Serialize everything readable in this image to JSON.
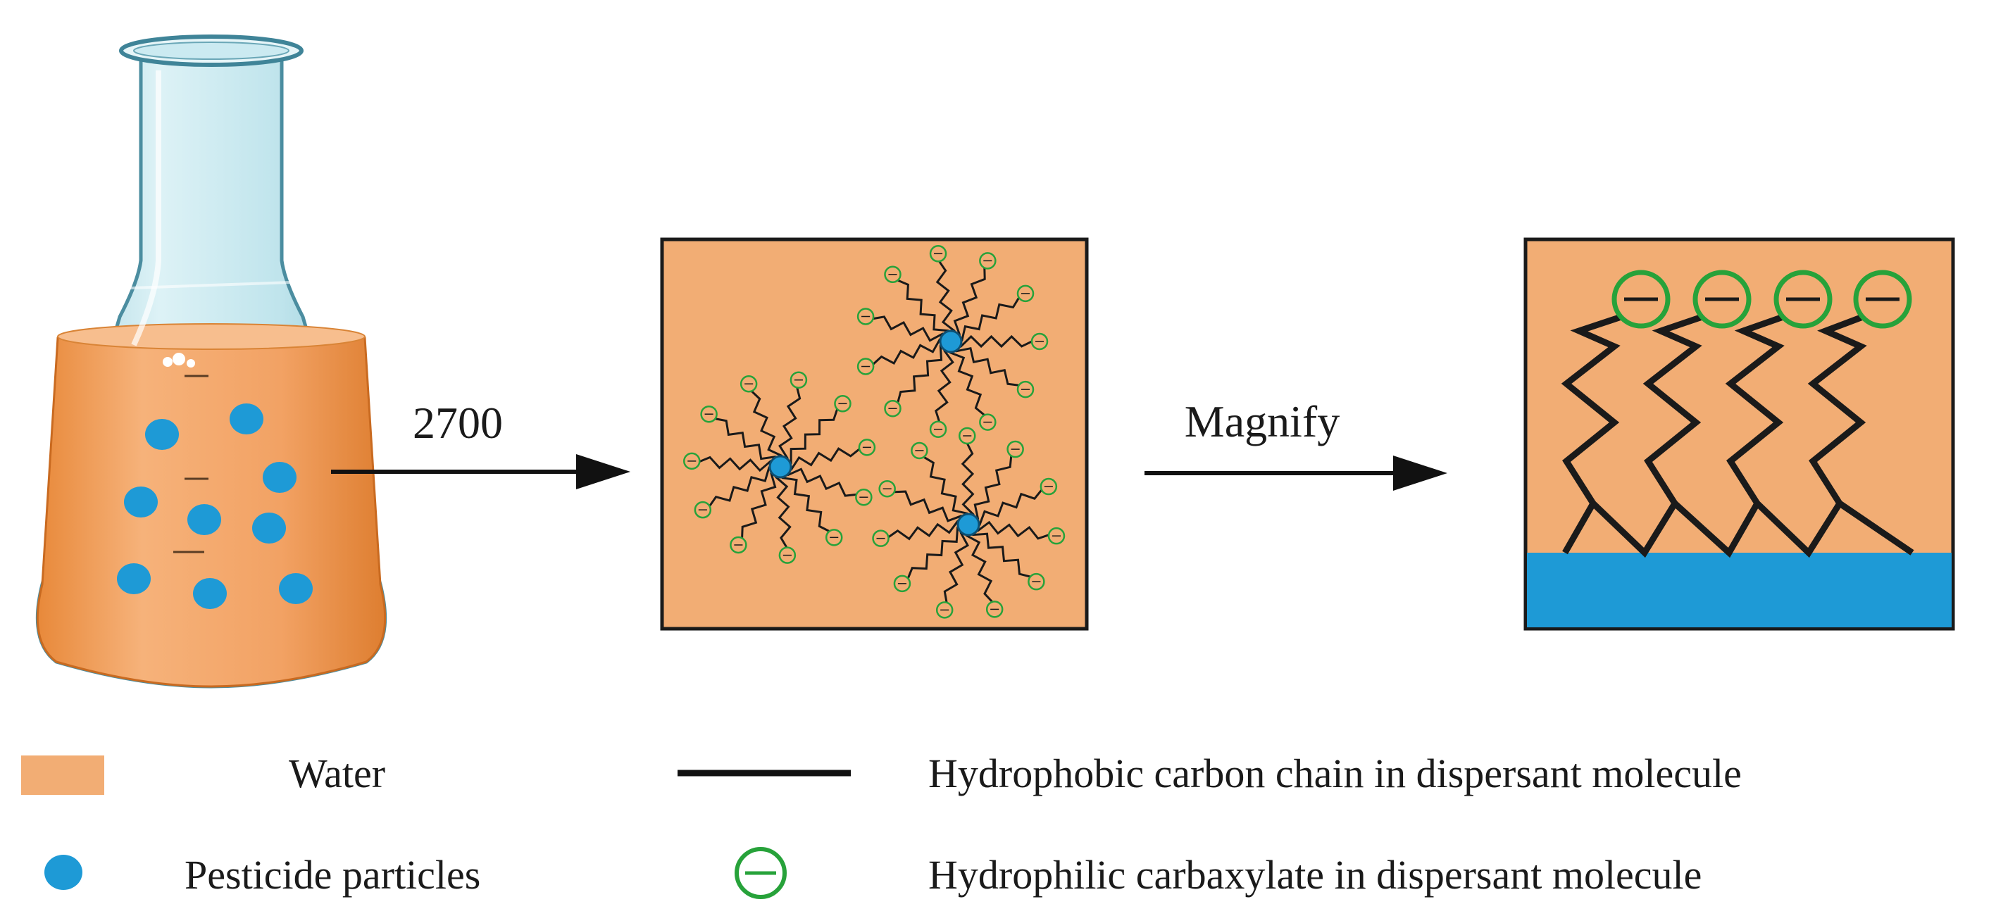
{
  "arrows": {
    "step1_label": "2700",
    "step2_label": "Magnify"
  },
  "legend": {
    "water": {
      "label": "Water",
      "color": "#F2AD74"
    },
    "pesticide": {
      "label": "Pesticide particles",
      "color": "#1E9AD6"
    },
    "hydrophobic": {
      "label": "Hydrophobic carbon chain in dispersant molecule",
      "color": "#1a1a1a"
    },
    "hydrophilic": {
      "label": "Hydrophilic carbaxylate in dispersant molecule",
      "color": "#27A23A"
    }
  },
  "colors": {
    "water": "#F2AD74",
    "particle": "#1E9AD6",
    "carboxylate": "#27A23A",
    "chain": "#1a1a1a",
    "glass": "#BFE4EC"
  },
  "icons": [
    "erlenmeyer-flask-icon",
    "right-arrow-icon",
    "minus-circle-icon"
  ]
}
